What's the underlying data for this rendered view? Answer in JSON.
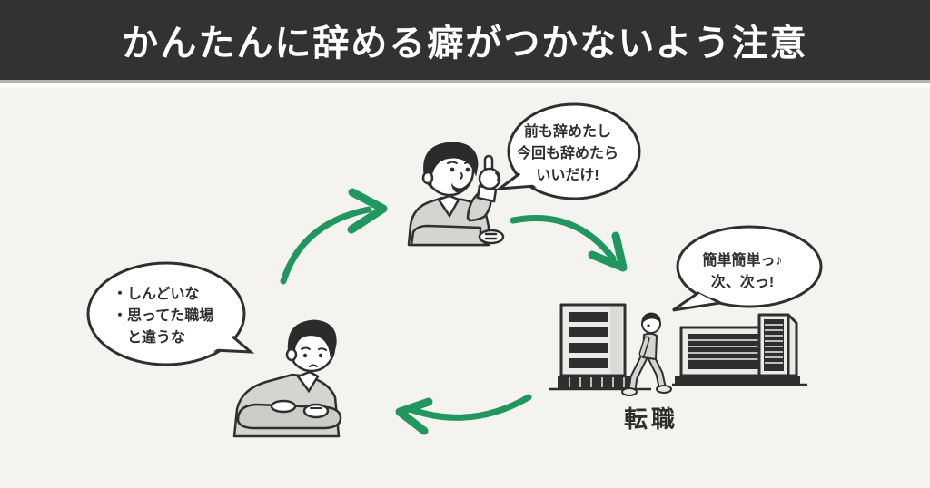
{
  "header": {
    "title": "かんたんに辞める癖がつかないよう注意"
  },
  "cycle": {
    "bubble_top": {
      "lines": [
        "前も辞めたし",
        "今回も辞めたら",
        "いいだけ!"
      ]
    },
    "bubble_right": {
      "lines": [
        "簡単簡単っ♪",
        "次、次っ!"
      ]
    },
    "bubble_left": {
      "lines": [
        "・しんどいな",
        "・思ってた職場",
        "　と違うな"
      ]
    },
    "job_change_label": "転職"
  },
  "icons": {
    "happy_worker": "happy-worker-illustration",
    "tired_worker": "tired-worker-illustration",
    "office_buildings": "office-buildings-illustration",
    "arrows": [
      "cycle-arrow-up",
      "cycle-arrow-down",
      "cycle-arrow-back"
    ]
  },
  "colors": {
    "header_bg": "#323232",
    "header_text": "#ffffff",
    "page_bg": "#f4f3ef",
    "ink": "#2f2f2f",
    "arrow_green": "#22965f",
    "cloth_gray": "#d4d4d1",
    "building_fill": "#eceae6"
  }
}
